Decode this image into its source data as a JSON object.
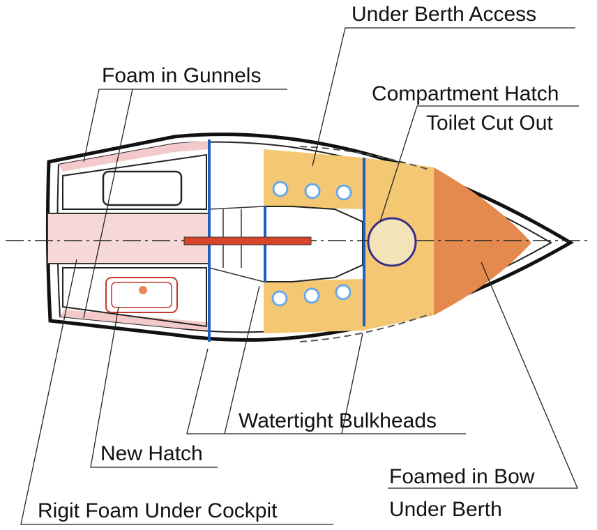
{
  "labels": {
    "under_berth_access": "Under Berth Access",
    "foam_in_gunnels": "Foam  in Gunnels",
    "compartment_hatch": "Compartment Hatch",
    "toilet_cut_out": "Toilet Cut Out",
    "watertight_bulkheads": "Watertight Bulkheads",
    "new_hatch": "New Hatch",
    "foamed_in_bow": "Foamed in Bow",
    "under_berth": "Under Berth",
    "rigit_foam_under_cockpit": "Rigit Foam  Under Cockpit"
  },
  "colors": {
    "hull_outline": "#111111",
    "bulkhead": "#1f5fbf",
    "under_berth_compartment": "#f4c773",
    "foamed_bow": "#e48a4e",
    "cockpit_foam": "#f6d8d6",
    "gunnel_foam": "#f3c9c9",
    "toilet_cut_out": "#f3e3b8",
    "centerboard": "#d8452a",
    "access_port": "#6aa9e8"
  }
}
